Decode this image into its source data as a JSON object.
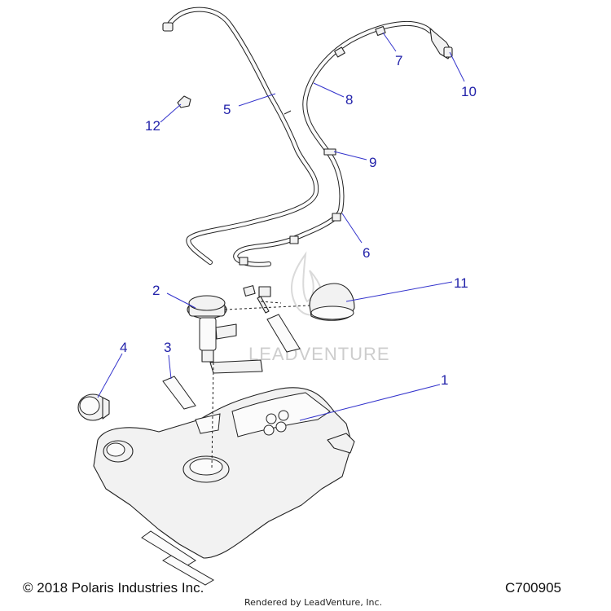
{
  "callouts": [
    {
      "id": "1",
      "label": "1"
    },
    {
      "id": "2",
      "label": "2"
    },
    {
      "id": "3",
      "label": "3"
    },
    {
      "id": "4",
      "label": "4"
    },
    {
      "id": "5",
      "label": "5"
    },
    {
      "id": "6",
      "label": "6"
    },
    {
      "id": "7",
      "label": "7"
    },
    {
      "id": "8",
      "label": "8"
    },
    {
      "id": "9",
      "label": "9"
    },
    {
      "id": "10",
      "label": "10"
    },
    {
      "id": "11",
      "label": "11"
    },
    {
      "id": "12",
      "label": "12"
    }
  ],
  "watermark": {
    "text": "LEADVENTURE"
  },
  "footer": {
    "copyright": "© 2018 Polaris Industries Inc.",
    "rendered_by": "Rendered by LeadVenture, Inc.",
    "diagram_code": "C700905"
  },
  "colors": {
    "callout": "#2222aa",
    "line": "#222222",
    "fill": "#f2f2f2"
  }
}
